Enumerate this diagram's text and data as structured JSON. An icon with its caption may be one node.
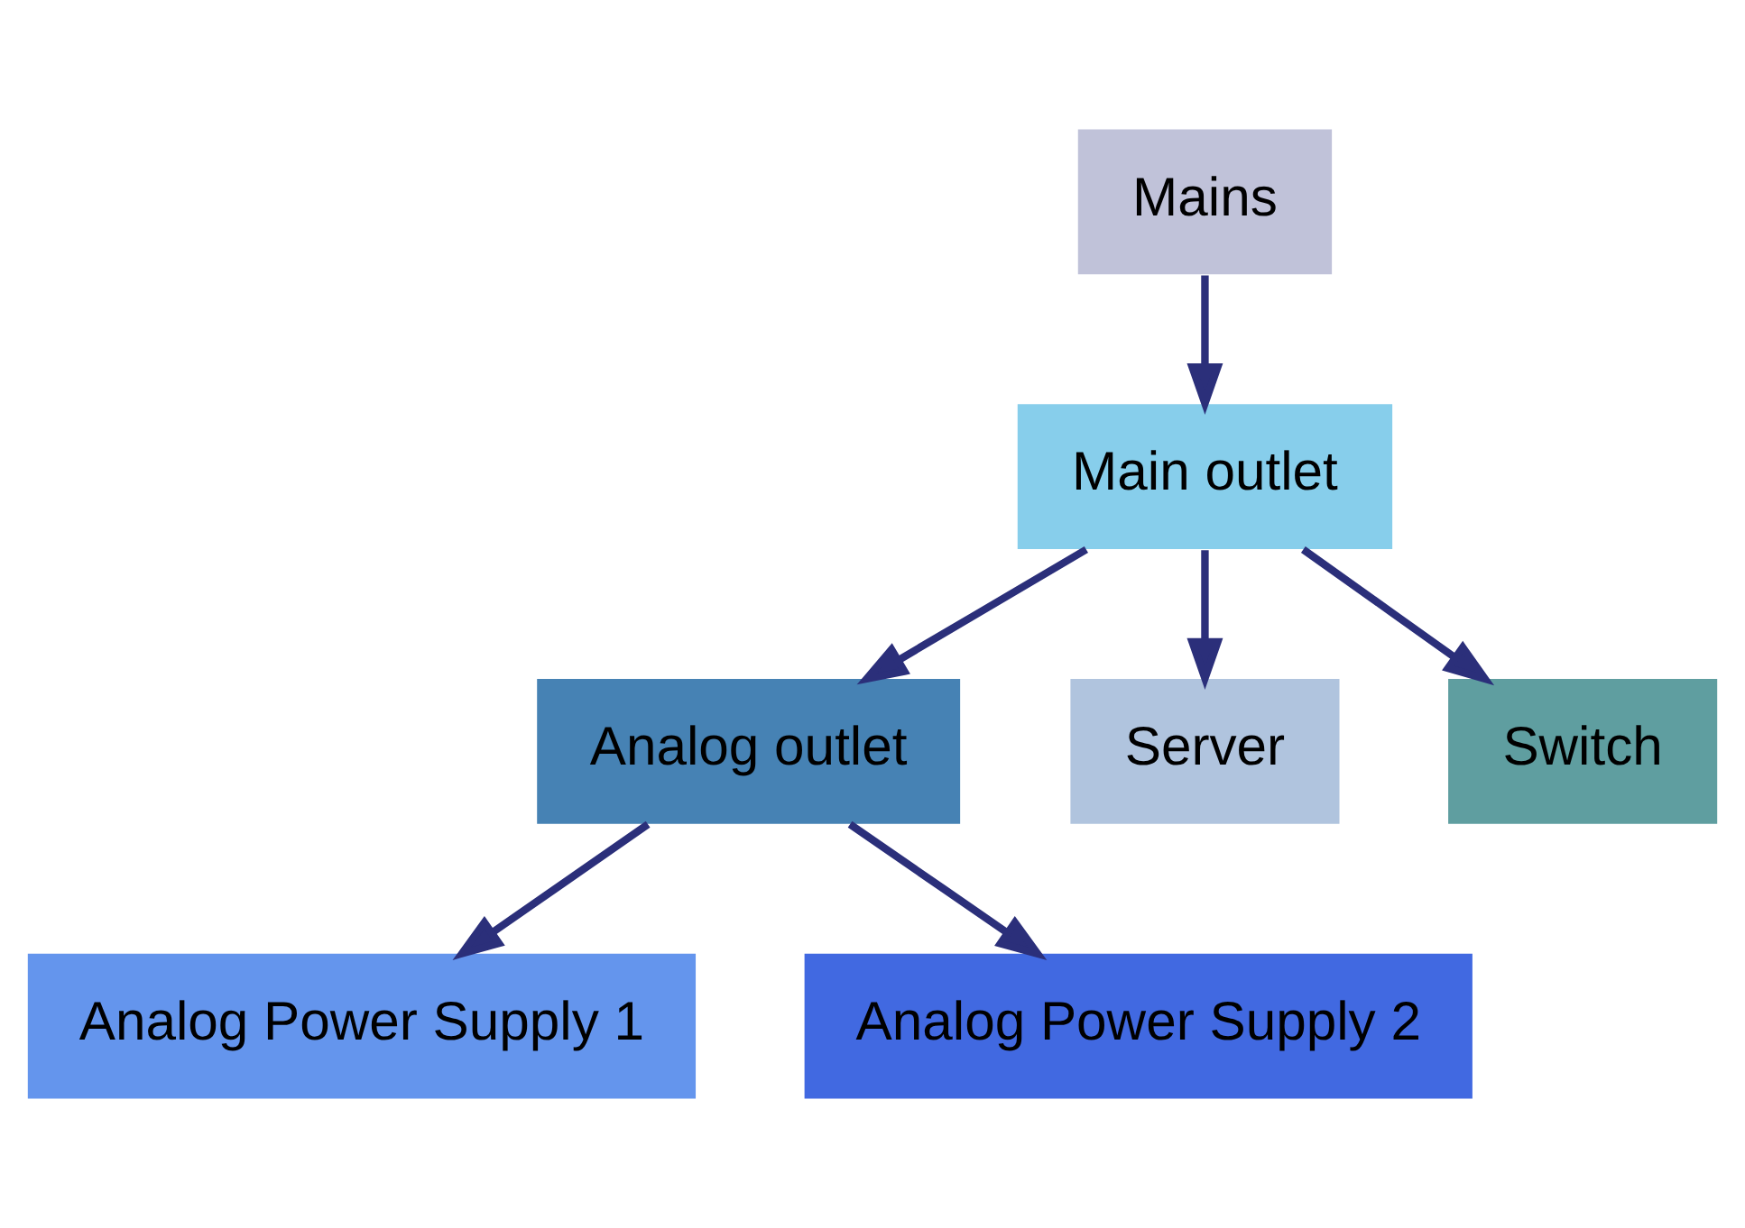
{
  "diagram": {
    "nodes": [
      {
        "text": [
          "Mains"
        ]
      },
      {
        "text": [
          "Main outlet"
        ]
      },
      {
        "text": [
          "Analog outlet"
        ]
      },
      {
        "text": [
          "Server"
        ]
      },
      {
        "text": [
          "Switch"
        ]
      },
      {
        "text": [
          "Analog Power Supply 1"
        ]
      },
      {
        "text": [
          "Analog Power Supply 2"
        ]
      }
    ],
    "edges": [
      {
        "from": 0,
        "to": 1,
        "arrow": "to"
      },
      {
        "from": 1,
        "to": 2,
        "arrow": "to"
      },
      {
        "from": 1,
        "to": 3,
        "arrow": "to"
      },
      {
        "from": 1,
        "to": 4,
        "arrow": "to"
      },
      {
        "from": 2,
        "to": 5,
        "arrow": "to"
      },
      {
        "from": 2,
        "to": 6,
        "arrow": "to"
      }
    ]
  }
}
